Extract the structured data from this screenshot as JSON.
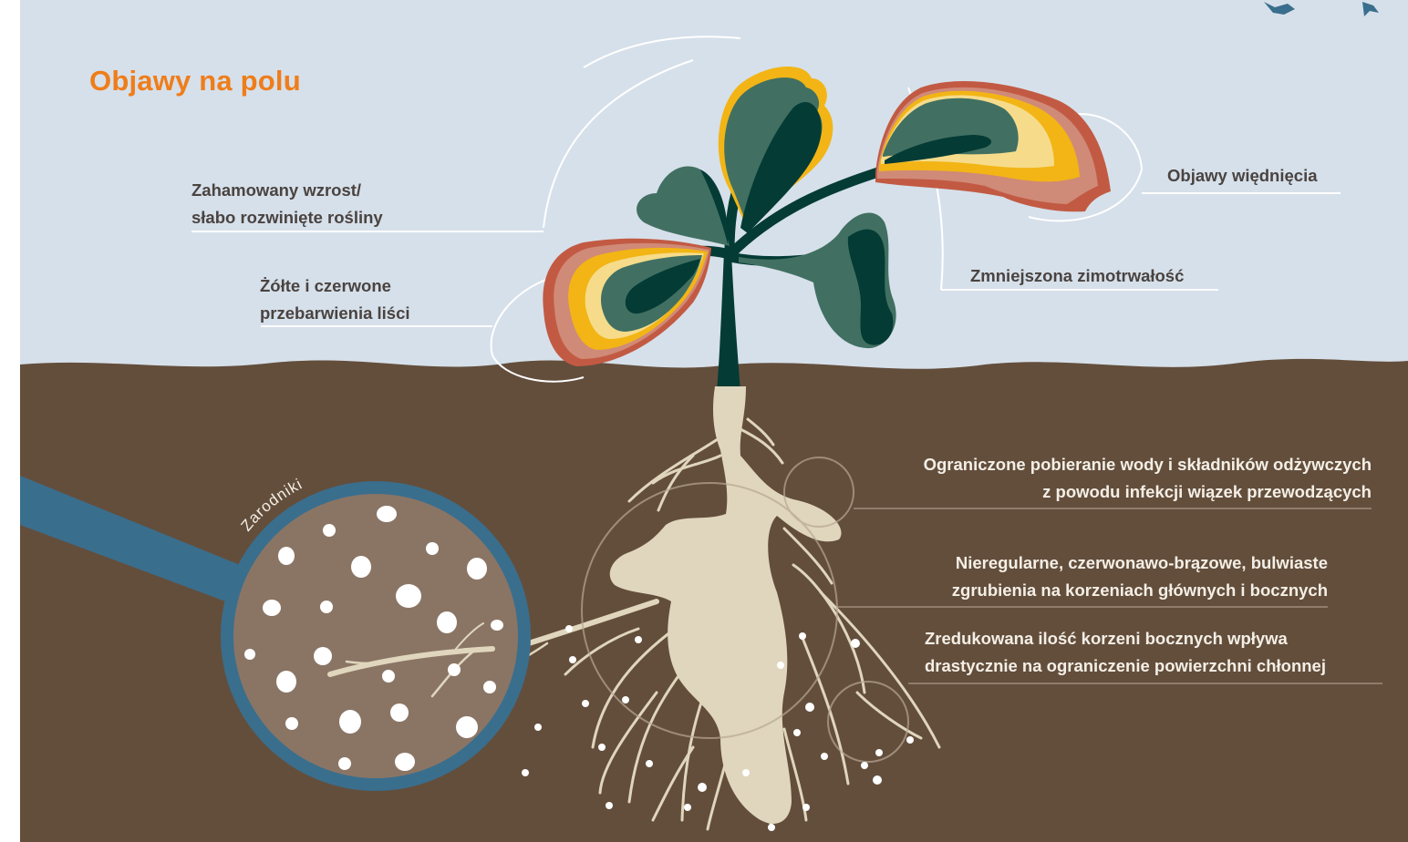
{
  "title": "Objawy na polu",
  "labels": {
    "stunted": [
      "Zahamowany wzrost/",
      "słabo rozwinięte rośliny"
    ],
    "discoloration": [
      "Żółte i czerwone",
      "przebarwienia liści"
    ],
    "wilting": "Objawy więdnięcia",
    "winter": "Zmniejszona zimotrwałość",
    "uptake": [
      "Ograniczone pobieranie wody i składników odżywczych",
      "z powodu infekcji wiązek przewodzących"
    ],
    "galls": [
      "Nieregularne, czerwonawo-brązowe, bulwiaste",
      "zgrubienia na korzeniach głównych i bocznych"
    ],
    "lateral": [
      "Zredukowana ilość korzeni bocznych wpływa",
      "drastycznie na ograniczenie powierzchni chłonnej"
    ],
    "spores": "Zarodniki"
  },
  "colors": {
    "sky": "#d6e0ea",
    "soil": "#634e3c",
    "leaf_dark": "#053b35",
    "leaf_mid": "#417062",
    "yellow": "#f2b515",
    "pale_yellow": "#f6dc8a",
    "salmon": "#d08a78",
    "red_edge": "#c25a43",
    "root": "#e0d6bd",
    "magnifier": "#3a6e8d",
    "title": "#ef7d1a"
  },
  "icons": [
    "magnifier-icon",
    "spore-icon",
    "bird-icon"
  ]
}
